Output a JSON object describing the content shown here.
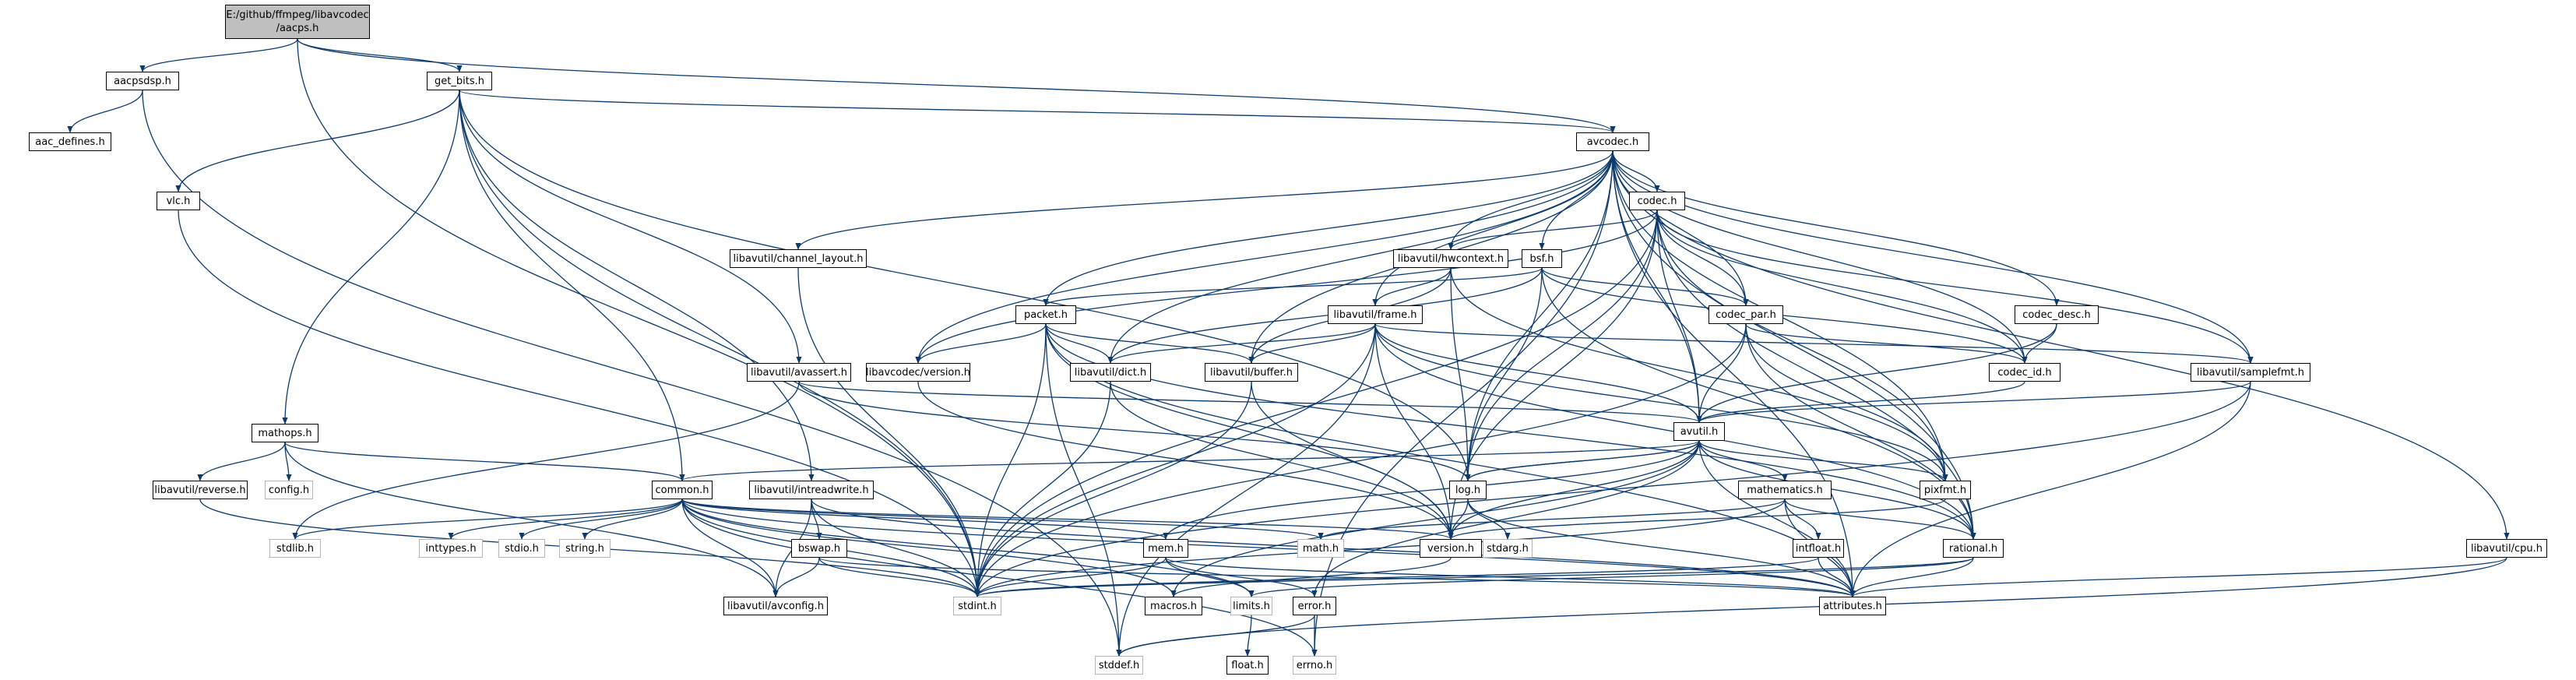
{
  "graph": {
    "root_line1": "E:/github/ffmpeg/libavcodec",
    "root_line2": "/aacps.h",
    "nodes": {
      "aacpsdsp": "aacpsdsp.h",
      "get_bits": "get_bits.h",
      "aac_defines": "aac_defines.h",
      "vlc": "vlc.h",
      "avcodec": "avcodec.h",
      "codec": "codec.h",
      "channel_layout": "libavutil/channel_layout.h",
      "hwcontext": "libavutil/hwcontext.h",
      "bsf": "bsf.h",
      "packet": "packet.h",
      "frame": "libavutil/frame.h",
      "codec_par": "codec_par.h",
      "codec_desc": "codec_desc.h",
      "avassert": "libavutil/avassert.h",
      "codec_version": "libavcodec/version.h",
      "dict": "libavutil/dict.h",
      "buffer": "libavutil/buffer.h",
      "codec_id": "codec_id.h",
      "samplefmt": "libavutil/samplefmt.h",
      "mathops": "mathops.h",
      "avutil": "avutil.h",
      "reverse": "libavutil/reverse.h",
      "config": "config.h",
      "common": "common.h",
      "intreadwrite": "libavutil/intreadwrite.h",
      "log": "log.h",
      "mathematics": "mathematics.h",
      "pixfmt": "pixfmt.h",
      "stdlib": "stdlib.h",
      "inttypes": "inttypes.h",
      "stdio": "stdio.h",
      "string": "string.h",
      "bswap": "bswap.h",
      "mem": "mem.h",
      "math": "math.h",
      "version": "version.h",
      "stdarg": "stdarg.h",
      "intfloat": "intfloat.h",
      "rational": "rational.h",
      "cpu": "libavutil/cpu.h",
      "avconfig": "libavutil/avconfig.h",
      "stdint": "stdint.h",
      "macros": "macros.h",
      "limits": "limits.h",
      "error": "error.h",
      "attributes": "attributes.h",
      "stddef": "stddef.h",
      "errno": "errno.h",
      "float": "float.h"
    }
  }
}
